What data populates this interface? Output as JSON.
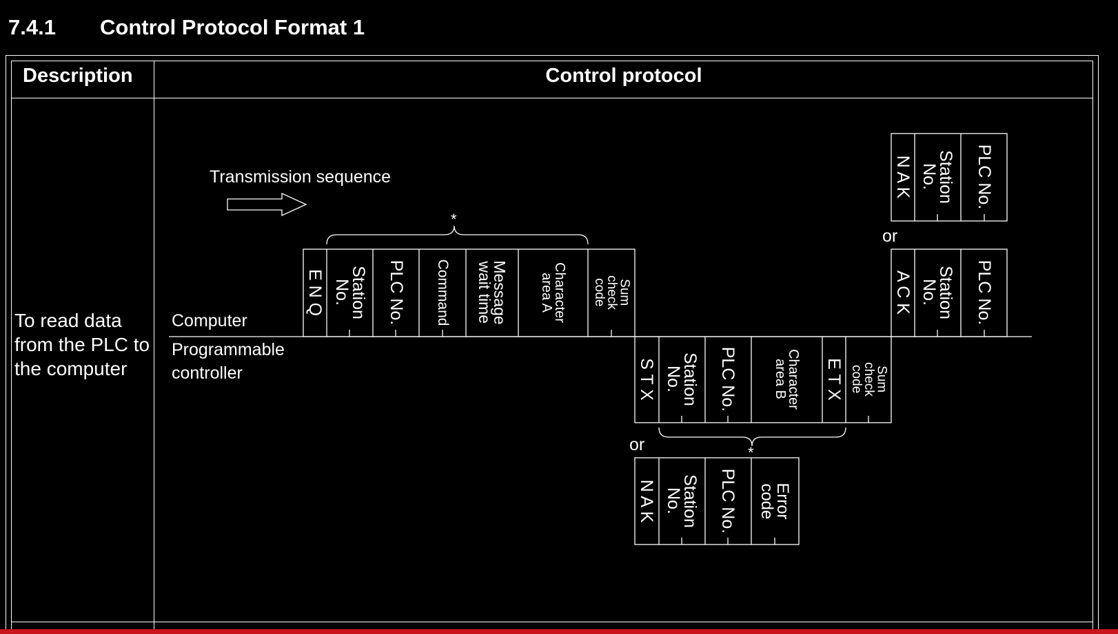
{
  "heading": {
    "number": "7.4.1",
    "title": "Control Protocol Format 1"
  },
  "table": {
    "col_description": "Description",
    "col_protocol": "Control protocol",
    "row_description": "To read data from the PLC to the computer"
  },
  "diagram": {
    "transmission_sequence": "Transmission sequence",
    "computer_label": "Computer",
    "plc_label_line1": "Programmable",
    "plc_label_line2": "controller",
    "asterisk": "*",
    "or": "or",
    "fields": {
      "enq": "E N Q",
      "stx": "S T X",
      "etx": "E T X",
      "nak": "N A K",
      "ack": "A C K",
      "station_no": "Station\nNo.",
      "plc_no": "PLC No.",
      "command": "Command",
      "message_wait_time": "Message\nwait time",
      "character_area_a": "Character\narea A",
      "character_area_b": "Character\narea B",
      "sum_check_code": "Sum\ncheck\ncode",
      "error_code": "Error\ncode"
    }
  }
}
